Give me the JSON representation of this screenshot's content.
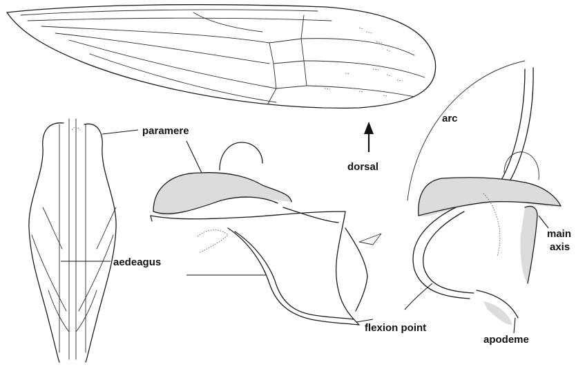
{
  "labels": {
    "paramere": "paramere",
    "aedeagus": "aedeagus",
    "dorsal": "dorsal",
    "arc": "arc",
    "main_axis_line1": "main",
    "main_axis_line2": "axis",
    "flexion_point": "flexion point",
    "apodeme": "apodeme"
  },
  "colors": {
    "ink": "#1a1a1a",
    "background": "#ffffff",
    "stipple": "#dcdcdc"
  },
  "icons": {
    "dorsal_arrow": "arrow-up-icon"
  }
}
